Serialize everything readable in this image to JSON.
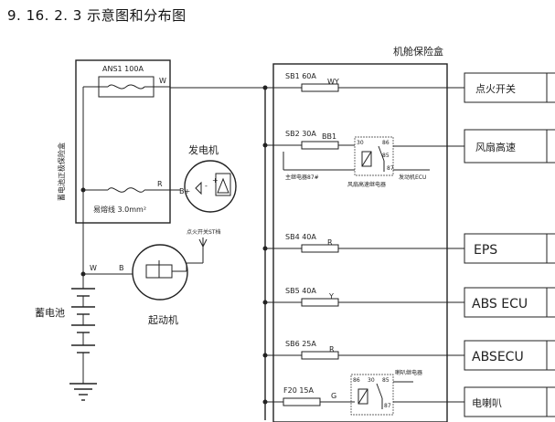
{
  "title": "9. 16. 2. 3 示意图和分布图",
  "engine_fuse_box": "机舱保险盒",
  "battery_fuse_box": "蓄电池正极保险盒",
  "battery": "蓄电池",
  "alternator": "发电机",
  "starter": "起动机",
  "ignition_st": "点火开关ST档",
  "battery_box": {
    "fuse_main": "ANS1 100A",
    "fuse_sub": "易熔线 3.0mm²",
    "wire_w": "W",
    "wire_r": "R"
  },
  "alt_labels": {
    "b_plus": "B+",
    "b": "B",
    "w": "W",
    "minus": "-",
    "plus": "+"
  },
  "circuits": [
    {
      "fuse": "SB1 60A",
      "wire": "WY",
      "load": "点火开关"
    },
    {
      "fuse": "SB2 30A",
      "wire": "BB1",
      "load": "风扇高速"
    },
    {
      "fuse": "SB4 40A",
      "wire": "R",
      "load": "EPS"
    },
    {
      "fuse": "SB5 40A",
      "wire": "Y",
      "load": "ABS ECU"
    },
    {
      "fuse": "SB6 25A",
      "wire": "R",
      "load": "ABSECU"
    },
    {
      "fuse": "F20 15A",
      "wire": "G",
      "load": "电喇叭"
    }
  ],
  "fan_relay": {
    "name": "风扇高速继电器",
    "from_ecu": "主继电器87#",
    "to_ecu": "发动机ECU",
    "pins": [
      "30",
      "86",
      "85",
      "87"
    ]
  },
  "horn_relay": {
    "name": "喇叭继电器",
    "pins": [
      "86",
      "30",
      "85",
      "87"
    ]
  }
}
